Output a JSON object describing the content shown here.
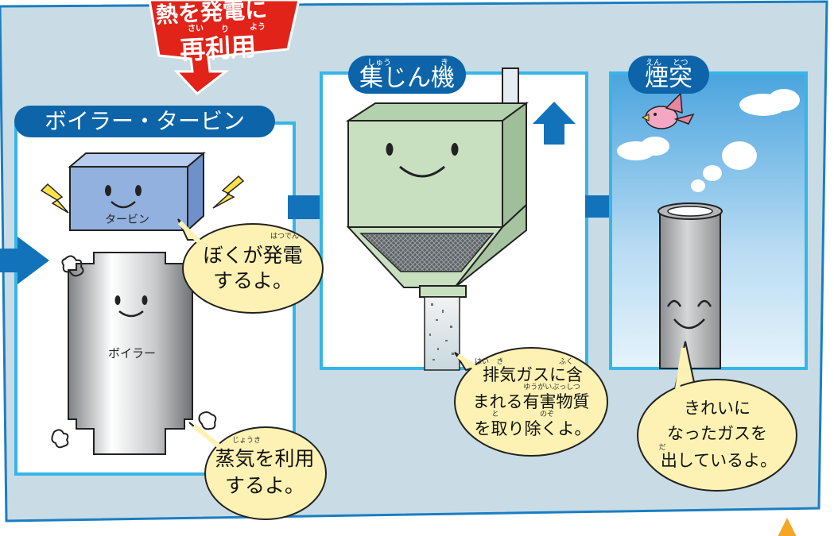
{
  "banner": {
    "line1": "熱を発電に",
    "ruby": [
      "さい",
      "り",
      "よう"
    ],
    "line2": "再利用"
  },
  "sections": {
    "boiler_turbine": {
      "title": "ボイラー・タービン",
      "turbine_label": "タービン",
      "boiler_label": "ボイラー"
    },
    "dust_collector": {
      "title": "集じん機",
      "title_ruby": [
        "しゅう",
        "き"
      ]
    },
    "chimney": {
      "title": "煙突",
      "title_ruby": [
        "えん",
        "とつ"
      ]
    }
  },
  "bubbles": {
    "turbine": {
      "ruby": "はつでん",
      "line1": "ぼくが発電",
      "line2": "するよ。"
    },
    "boiler": {
      "ruby": "じょうき",
      "line1": "蒸気を利用",
      "line2": "するよ。"
    },
    "collector": {
      "ruby1": [
        "はい",
        "き",
        "ふく"
      ],
      "line1": "排気ガスに含",
      "ruby2": "ゆうがいぶっしつ",
      "line2": "まれる有害物質",
      "ruby3": [
        "と",
        "のぞ"
      ],
      "line3": "を取り除くよ。"
    },
    "chimney": {
      "line1": "きれいに",
      "line2": "なったガスを",
      "ruby": "だ",
      "line3": "出しているよ。"
    }
  },
  "colors": {
    "background": "#c9dbe5",
    "frame_blue": "#1a7ec2",
    "panel_border": "#35b6e6",
    "arrow_blue": "#1273bb",
    "title_pill": "#0d64a8",
    "banner_red": "#e2231a",
    "bubble_fill": "#fdf2b3",
    "turbine_blue": "#93b1de",
    "collector_green": "#c8dfc0",
    "chimney_gray": "#a7a9ac"
  }
}
